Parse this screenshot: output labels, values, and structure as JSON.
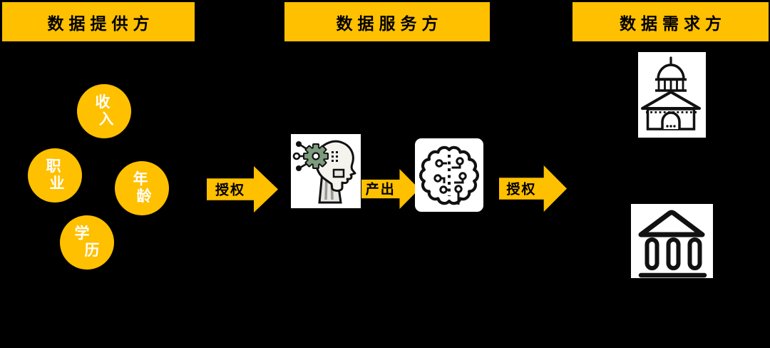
{
  "canvas": {
    "background": "#000000"
  },
  "colors": {
    "accent_yellow": "#FFC000",
    "icon_background": "#FFFFFF",
    "outline": "#111111",
    "gear_green": "#7D9C7D",
    "header_text": "#000000",
    "bubble_text": "#FFFFFF"
  },
  "headers": [
    {
      "label": "数据提供方"
    },
    {
      "label": "数据服务方"
    },
    {
      "label": "数据需求方"
    }
  ],
  "bubbles": [
    {
      "name": "income",
      "lines": [
        "收",
        "入"
      ]
    },
    {
      "name": "occupation",
      "lines": [
        "职",
        "业"
      ]
    },
    {
      "name": "age",
      "lines": [
        "年",
        "龄"
      ]
    },
    {
      "name": "education",
      "lines": [
        "学",
        "历"
      ]
    }
  ],
  "arrows": [
    {
      "name": "authorize-left",
      "label": "授权"
    },
    {
      "name": "output",
      "label": "产出"
    },
    {
      "name": "authorize-right",
      "label": "授权"
    }
  ],
  "icons": {
    "service_input": "ai-head-icon",
    "service_output": "circuit-brain-icon",
    "demand_top": "government-building-icon",
    "demand_bottom": "bank-icon"
  }
}
